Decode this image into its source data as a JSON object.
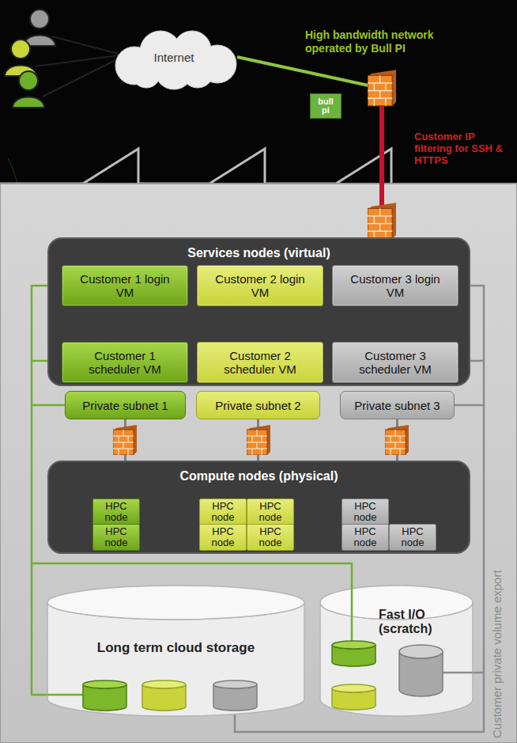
{
  "diagram": {
    "nodes": [
      {
        "text": [
          "Internet"
        ]
      },
      {
        "text": [
          "bull pi"
        ]
      },
      {
        "text": [
          "Services nodes (virtual)"
        ]
      },
      {
        "text": [
          "Customer 1 login VM"
        ],
        "in": 2
      },
      {
        "text": [
          "Customer 2 login VM"
        ],
        "in": 2
      },
      {
        "text": [
          "Customer 3 login VM"
        ],
        "in": 2
      },
      {
        "text": [
          "Customer 1 scheduler VM"
        ],
        "in": 2
      },
      {
        "text": [
          "Customer 2 scheduler VM"
        ],
        "in": 2
      },
      {
        "text": [
          "Customer 3 scheduler VM"
        ],
        "in": 2
      },
      {
        "text": [
          "Private subnet 1"
        ]
      },
      {
        "text": [
          "Private subnet 2"
        ]
      },
      {
        "text": [
          "Private subnet 3"
        ]
      },
      {
        "text": [
          "Compute nodes (physical)"
        ]
      },
      {
        "text": [
          "HPC node"
        ],
        "in": 12
      },
      {
        "text": [
          "HPC node"
        ],
        "in": 12
      },
      {
        "text": [
          "HPC node"
        ],
        "in": 12
      },
      {
        "text": [
          "HPC node"
        ],
        "in": 12
      },
      {
        "text": [
          "HPC node"
        ],
        "in": 12
      },
      {
        "text": [
          "HPC node"
        ],
        "in": 12
      },
      {
        "text": [
          "HPC node"
        ],
        "in": 12
      },
      {
        "text": [
          "HPC node"
        ],
        "in": 12
      },
      {
        "text": [
          "HPC node"
        ],
        "in": 12
      },
      {
        "text": [
          "Long term cloud storage"
        ]
      },
      {
        "text": [
          "Fast I/O (scratch)"
        ]
      }
    ],
    "edges": [
      {
        "from": 3,
        "to": 6,
        "arrow": "none"
      },
      {
        "from": 4,
        "to": 7,
        "arrow": "none"
      },
      {
        "from": 5,
        "to": 8,
        "arrow": "none"
      },
      {
        "from": 9,
        "to": 12,
        "arrow": "none"
      },
      {
        "from": 10,
        "to": 12,
        "arrow": "none"
      },
      {
        "from": 11,
        "to": 12,
        "arrow": "none"
      },
      {
        "from": 3,
        "to": 22,
        "arrow": "none"
      },
      {
        "from": 5,
        "to": 23,
        "arrow": "none"
      }
    ],
    "labels": [
      "High bandwidth network operated by Bull PI",
      "Customer IP filtering for SSH & HTTPS",
      "Customer private volume export"
    ]
  }
}
